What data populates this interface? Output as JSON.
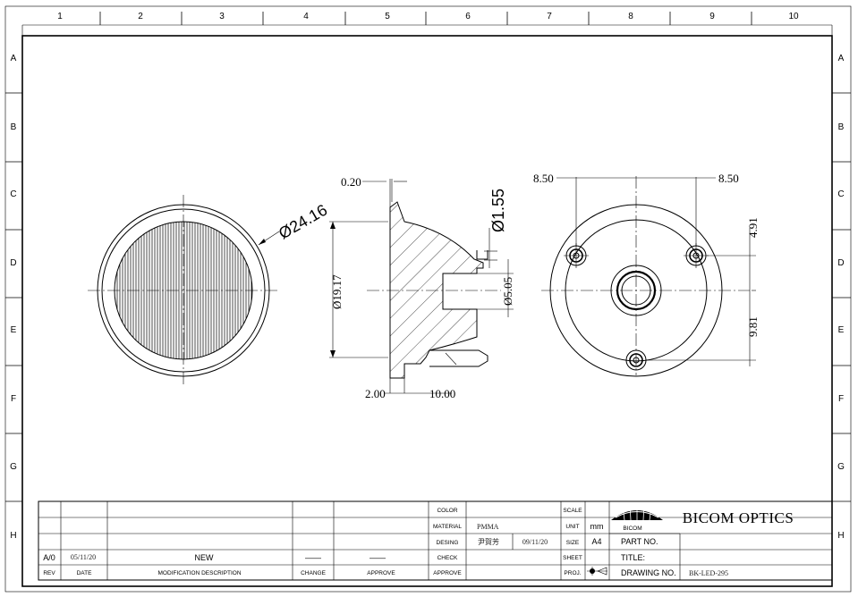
{
  "zones": {
    "columns": [
      "1",
      "2",
      "3",
      "4",
      "5",
      "6",
      "7",
      "8",
      "9",
      "10"
    ],
    "rows": [
      "A",
      "B",
      "C",
      "D",
      "E",
      "F",
      "G",
      "H"
    ]
  },
  "dimensions": {
    "front_diameter": "Ø24.16",
    "side_thickness": "0.20",
    "side_height": "Ø19.17",
    "side_base": "2.00",
    "side_length": "10.00",
    "side_hole_small": "Ø1.55",
    "side_hole": "Ø5.05",
    "rear_left": "8.50",
    "rear_right": "8.50",
    "rear_top": "4.91",
    "rear_bottom": "9.81"
  },
  "title_block": {
    "revision": {
      "rev": "A/0",
      "date": "05/11/20",
      "description": "NEW",
      "change": "——",
      "approve": "——"
    },
    "headers": {
      "rev": "REV",
      "date": "DATE",
      "description": "MODIFICATION DESCRIPTION",
      "change": "CHANGE",
      "approve": "APPROVE"
    },
    "labels": {
      "color": "COLOR",
      "material": "MATERIAL",
      "design": "DESING",
      "check": "CHECK",
      "approve": "APPROVE",
      "scale": "SCALE",
      "unit": "UNIT",
      "size": "SIZE",
      "sheet": "SHEET",
      "proj": "PROJ.",
      "part_no": "PART NO.",
      "title": "TITLE:",
      "drawing_no": "DRAWING NO."
    },
    "values": {
      "material": "PMMA",
      "designer": "尹賀芳",
      "design_date": "09/11/20",
      "unit": "mm",
      "size": "A4",
      "drawing_no": "BK-LED-295"
    },
    "logo_text": "BICOM",
    "company": "BICOM OPTICS"
  }
}
